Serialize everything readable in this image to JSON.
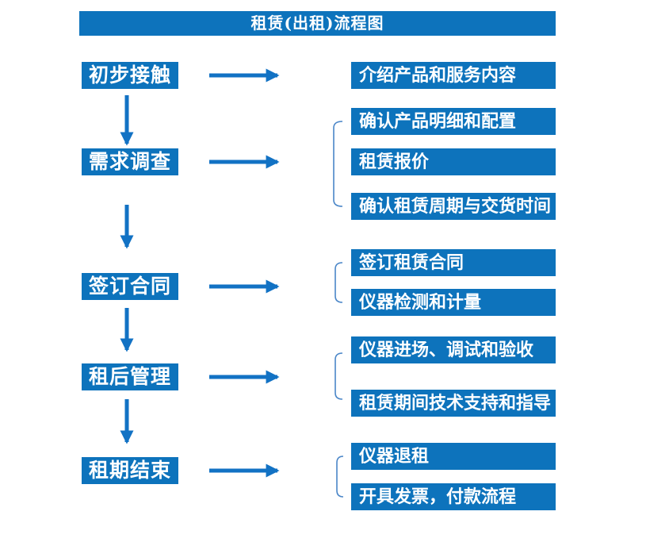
{
  "title": "租赁(出租)流程图",
  "colors": {
    "box_blue": "#0d73bc",
    "arrow_blue": "#1272c4",
    "bracket_blue": "#4a86c8",
    "text_white": "#ffffff",
    "background": "#ffffff"
  },
  "steps": [
    {
      "label": "初步接触",
      "details": [
        "介绍产品和服务内容"
      ]
    },
    {
      "label": "需求调查",
      "details": [
        "确认产品明细和配置",
        "租赁报价",
        "确认租赁周期与交货时间"
      ]
    },
    {
      "label": "签订合同",
      "details": [
        "签订租赁合同",
        "仪器检测和计量"
      ]
    },
    {
      "label": "租后管理",
      "details": [
        "仪器进场、调试和验收",
        "租赁期间技术支持和指导"
      ]
    },
    {
      "label": "租期结束",
      "details": [
        "仪器退租",
        "开具发票，付款流程"
      ]
    }
  ]
}
